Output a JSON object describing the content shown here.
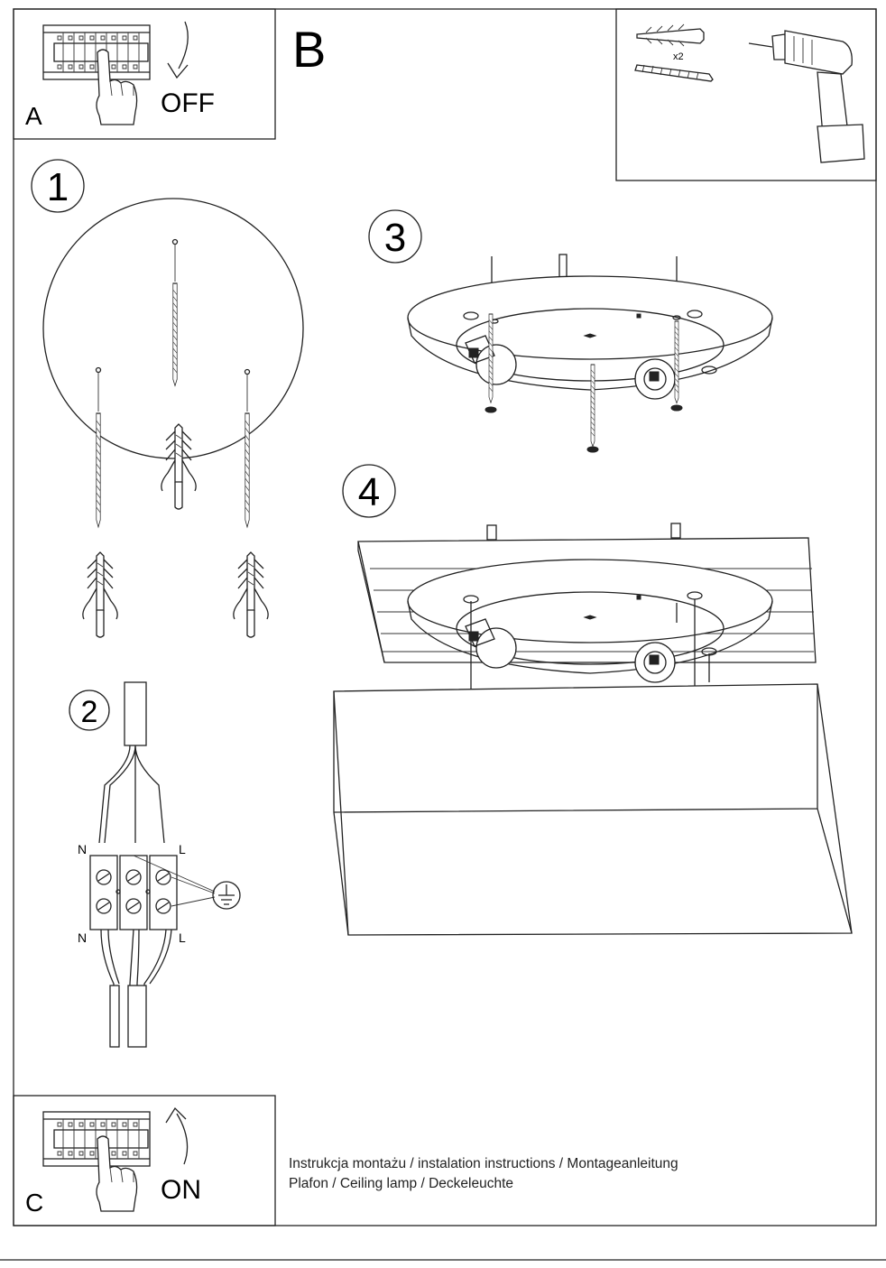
{
  "panels": {
    "a": {
      "letter": "A",
      "action": "OFF"
    },
    "b": {
      "letter": "B"
    },
    "c": {
      "letter": "C",
      "action": "ON"
    }
  },
  "tools": {
    "quantity": "x2"
  },
  "steps": [
    "1",
    "2",
    "3",
    "4"
  ],
  "wiring": {
    "top_left": "N",
    "top_right": "L",
    "bottom_left": "N",
    "bottom_right": "L"
  },
  "footer": {
    "line1": "Instrukcja montażu / instalation instructions / Montageanleitung",
    "line2": "Plafon / Ceiling lamp / Deckeleuchte"
  }
}
